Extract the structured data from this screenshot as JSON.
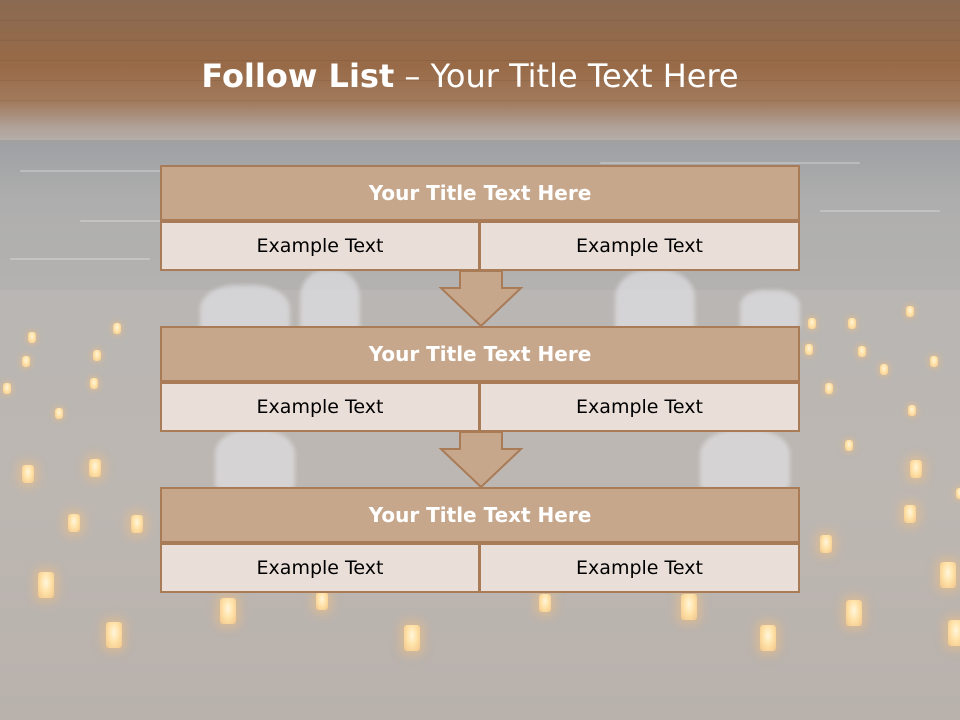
{
  "header": {
    "title_bold": "Follow List",
    "title_rest": " – Your Title Text Here"
  },
  "follow_list": [
    {
      "title": "Your Title Text Here",
      "left": "Example Text",
      "right": "Example Text"
    },
    {
      "title": "Your Title Text Here",
      "left": "Example Text",
      "right": "Example Text"
    },
    {
      "title": "Your Title Text Here",
      "left": "Example Text",
      "right": "Example Text"
    }
  ],
  "colors": {
    "header_brown": "#986a47",
    "box_title_fill": "#c7a78c",
    "box_border": "#a97b57",
    "cell_fill": "#e9ded8",
    "arrow_fill": "#c7a78c"
  },
  "background": "beach-with-candle-lanterns-photo"
}
